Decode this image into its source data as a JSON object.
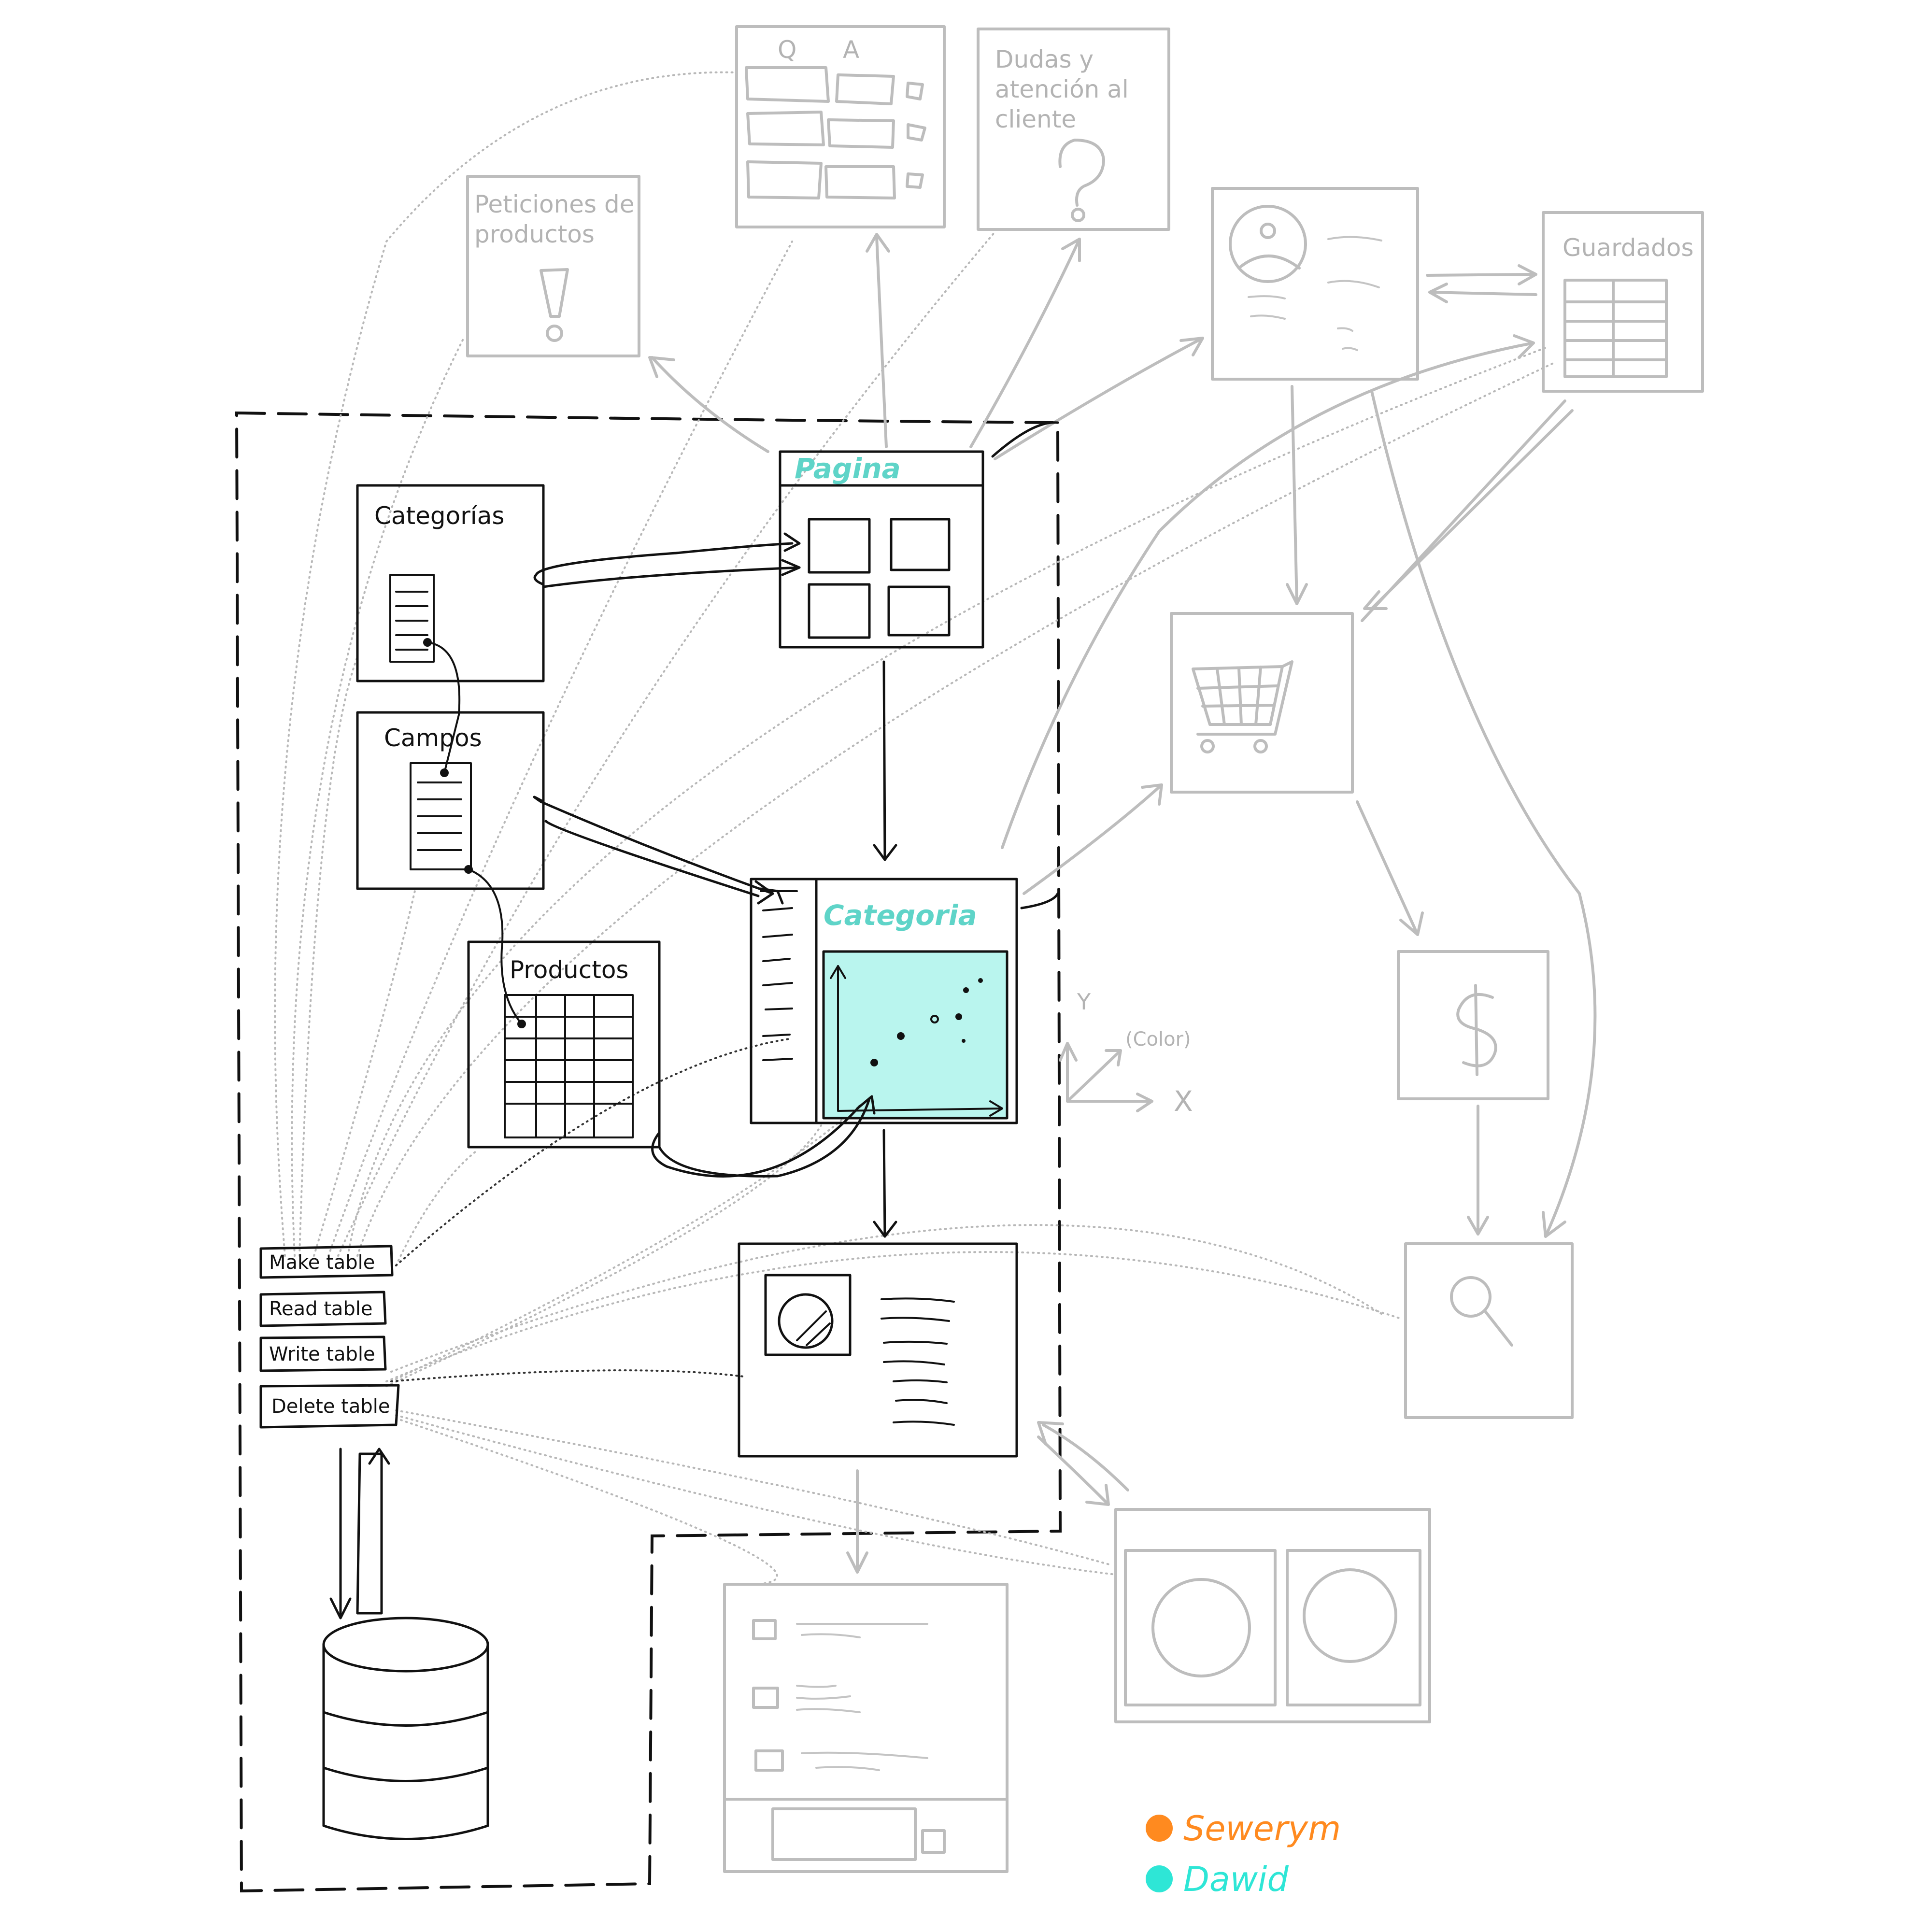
{
  "core": {
    "categorias": "Categorías",
    "campos": "Campos",
    "productos": "Productos",
    "pagina": "Pagina",
    "categoria": "Categoria"
  },
  "operations": [
    "Make table",
    "Read table",
    "Write table",
    "Delete table"
  ],
  "periphery": {
    "qa_q": "Q",
    "qa_a": "A",
    "dudas_line1": "Dudas y",
    "dudas_line2": "atención al",
    "dudas_line3": "cliente",
    "peticiones_line1": "Peticiones de",
    "peticiones_line2": "productos",
    "guardados": "Guardados"
  },
  "axes": {
    "y": "Y",
    "x": "X",
    "color": "(Color)"
  },
  "legend": [
    {
      "name": "Sewerym",
      "color": "#ff8a1f"
    },
    {
      "name": "Dawid",
      "color": "#2ee6d6"
    }
  ],
  "icons": [
    "qa-board-icon",
    "question-mark-icon",
    "exclamation-icon",
    "profile-card-icon",
    "saved-table-icon",
    "shopping-cart-icon",
    "dollar-icon",
    "search-icon",
    "database-icon",
    "gallery-icon",
    "checkout-list-icon"
  ]
}
